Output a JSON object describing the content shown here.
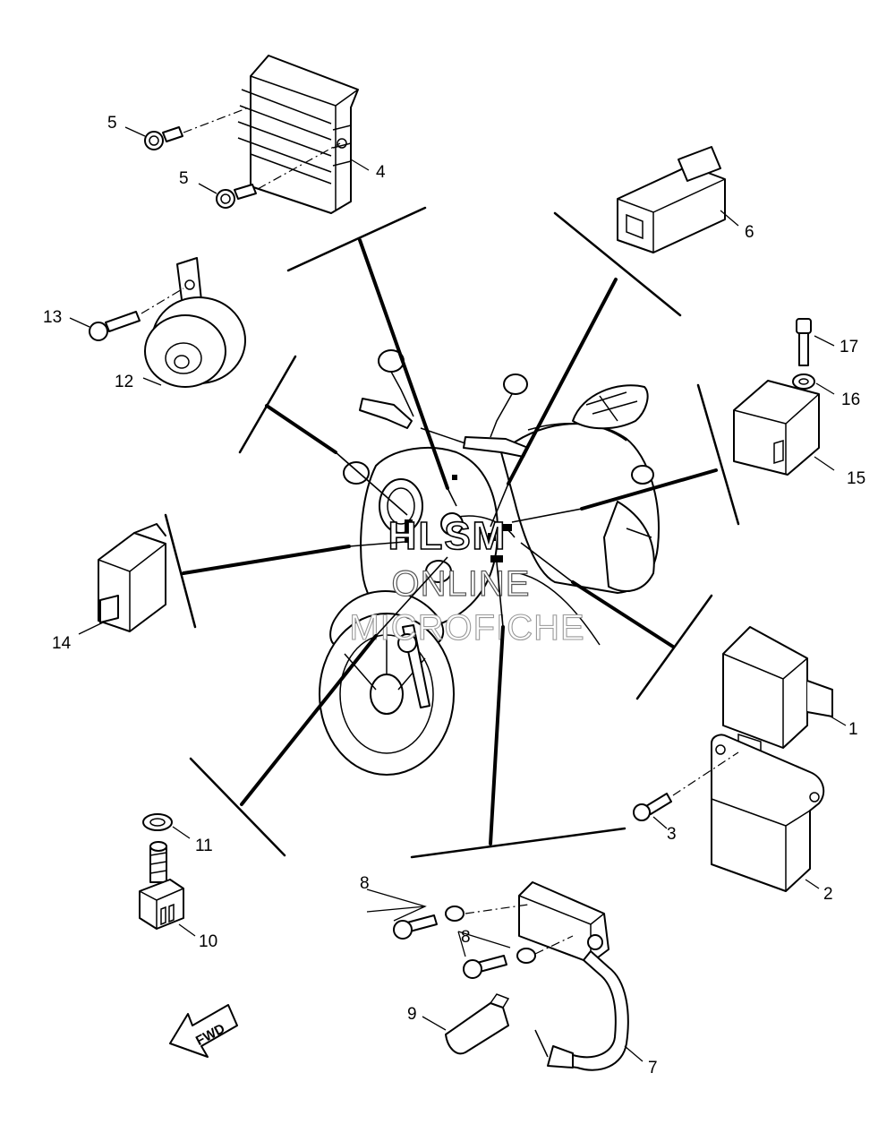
{
  "labels": {
    "p1": "1",
    "p2": "2",
    "p3": "3",
    "p4": "4",
    "p5a": "5",
    "p5b": "5",
    "p6": "6",
    "p7": "7",
    "p8a": "8",
    "p8b": "8",
    "p9": "9",
    "p10": "10",
    "p11": "11",
    "p12": "12",
    "p13": "13",
    "p14": "14",
    "p15": "15",
    "p16": "16",
    "p17": "17"
  },
  "watermark": {
    "line1": "HLSM",
    "line2": "ONLINE",
    "line3": "MICROFICHE"
  },
  "fwd": "FWD"
}
